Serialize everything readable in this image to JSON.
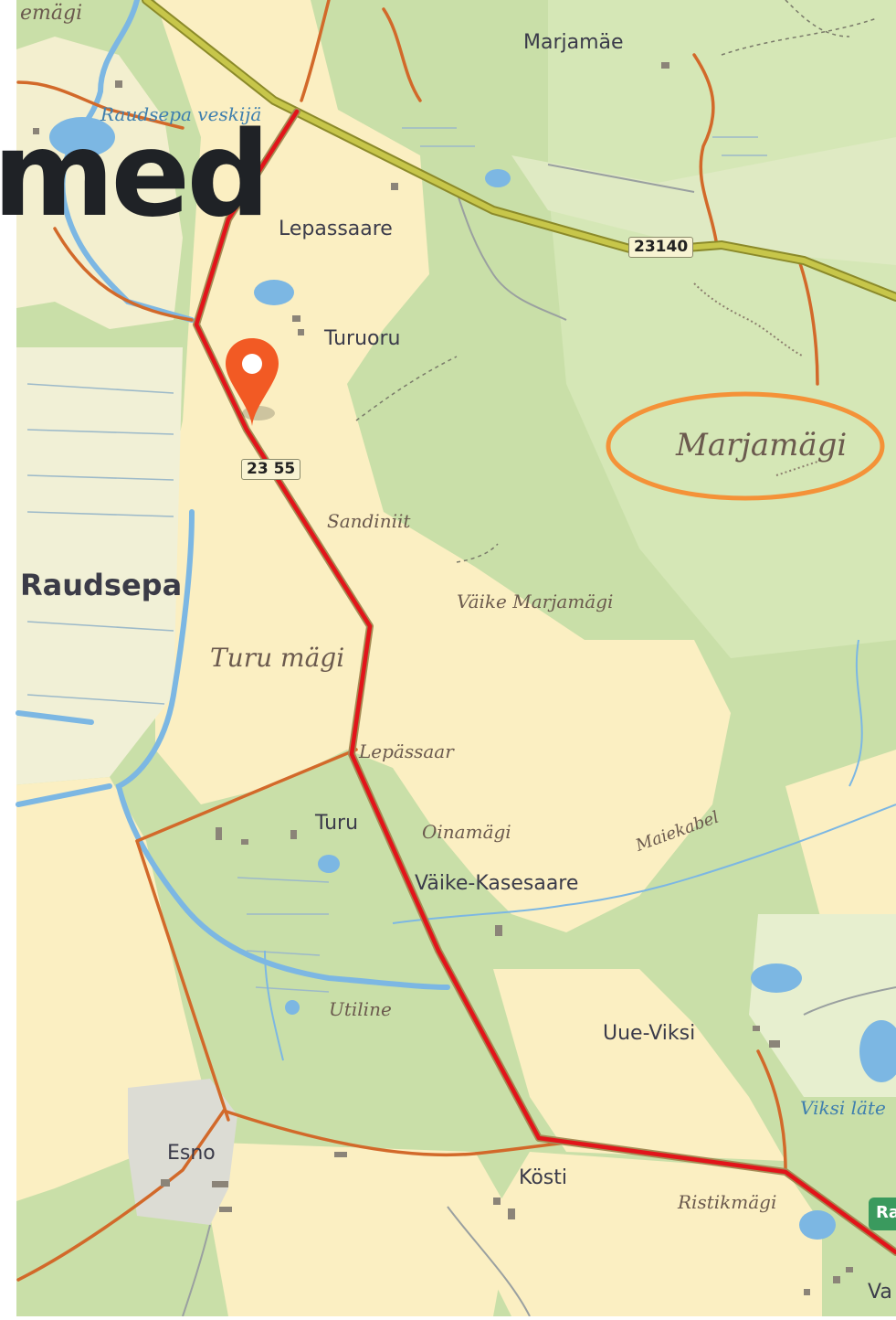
{
  "map": {
    "headline": "med",
    "places": {
      "raudsepa": "Raudsepa",
      "lepassaare": "Lepassaare",
      "turuoru": "Turuoru",
      "turu": "Turu",
      "vaike_kasesaare": "Väike-Kasesaare",
      "uue_viksi": "Uue-Viksi",
      "esno": "Esno",
      "kosti": "Kösti",
      "marjamae": "Marjamäe",
      "va_partial": "Va"
    },
    "features": {
      "top_partial": "emägi",
      "raudsepa_veskijarv": "Raudsepa veskijä",
      "sandiniit": "Sandiniit",
      "vaike_marjamagi": "Väike Marjamägi",
      "turu_magi": "Turu mägi",
      "lepassaar": "Lepässaar",
      "oinamagi": "Oinamägi",
      "maiekabel": "Maiekabel",
      "utiline": "Utiline",
      "ristikmagi": "Ristikmägi",
      "viksi_late": "Viksi läte"
    },
    "highlighted_place": "Marjamägi",
    "road_numbers": {
      "road_23155": "23 55",
      "road_23140": "23140"
    },
    "badge_partial": "Ra",
    "colors": {
      "forest": "#c9dfa8",
      "field": "#fbefc2",
      "water": "#7cb7e3",
      "main_route": "#e2141a",
      "minor_road": "#d2692a",
      "highway": "#b3b23a",
      "marker": "#f25a24",
      "highlight_ring": "#f49238"
    },
    "icons": {
      "marker": "map-pin-icon",
      "ring": "highlight-ring-icon"
    }
  }
}
